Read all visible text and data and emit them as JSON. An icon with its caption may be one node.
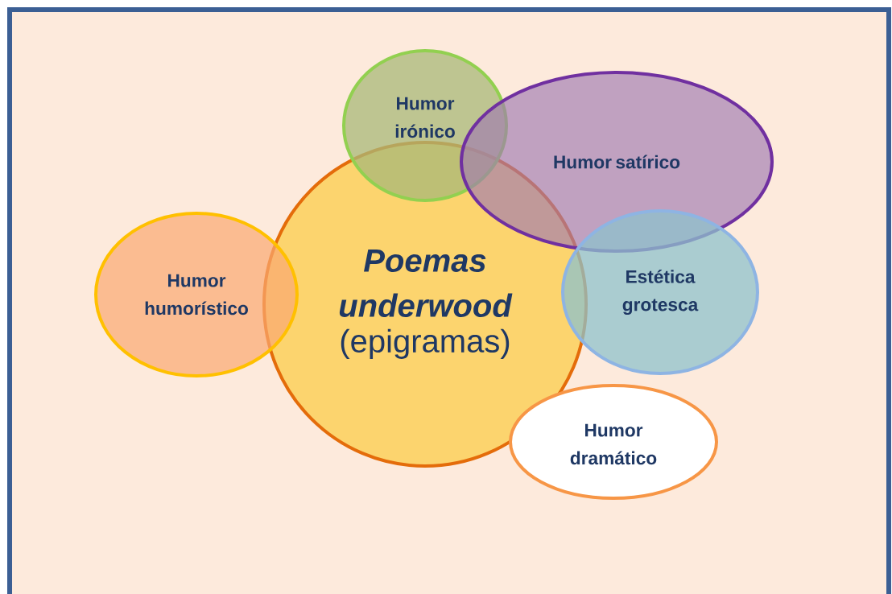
{
  "diagram": {
    "nodes": [
      {
        "text": [
          "Poemas underwood",
          "(epigramas)"
        ]
      },
      {
        "text": [
          "Humor humorístico"
        ]
      },
      {
        "text": [
          "Humor irónico"
        ]
      },
      {
        "text": [
          "Humor satírico"
        ]
      },
      {
        "text": [
          "Estética grotesca"
        ]
      },
      {
        "text": [
          "Humor dramático"
        ]
      }
    ]
  }
}
